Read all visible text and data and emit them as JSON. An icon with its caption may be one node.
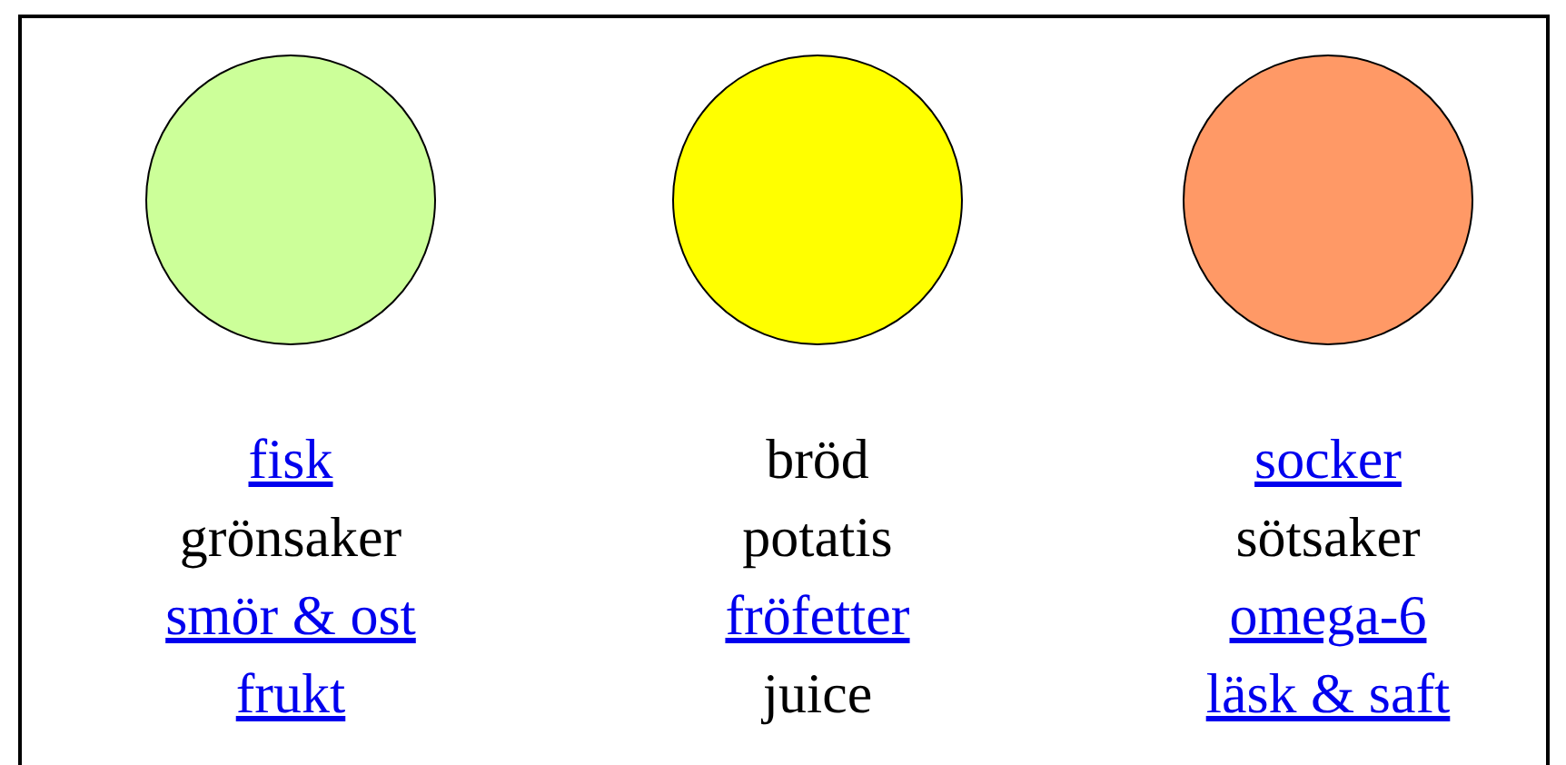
{
  "diagram": {
    "nodes": [
      {
        "text": [],
        "shape": "circle",
        "beside": [
          "fisk",
          "grönsaker",
          "smör & ost",
          "frukt"
        ]
      },
      {
        "text": [],
        "shape": "circle",
        "beside": [
          "bröd",
          "potatis",
          "fröfetter",
          "juice"
        ]
      },
      {
        "text": [],
        "shape": "circle",
        "beside": [
          "socker",
          "sötsaker",
          "omega-6",
          "läsk & saft"
        ]
      }
    ]
  }
}
